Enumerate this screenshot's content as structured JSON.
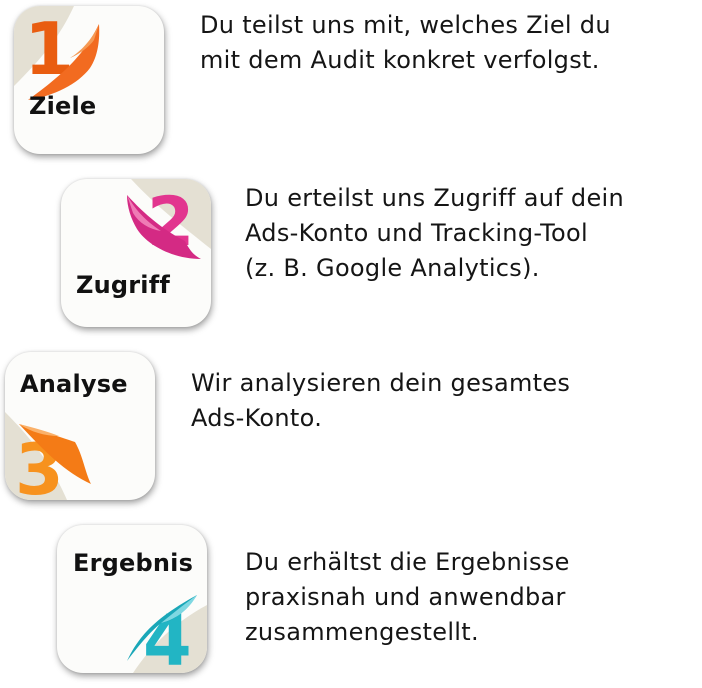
{
  "steps": [
    {
      "number": "1",
      "label": "Ziele",
      "accent": "#f2691c",
      "lines": [
        "Du teilst uns mit, welches Ziel du",
        "mit dem Audit konkret verfolgst."
      ]
    },
    {
      "number": "2",
      "label": "Zugriff",
      "accent": "#e2358f",
      "lines": [
        "Du erteilst uns Zugriff auf dein",
        "Ads-Konto und Tracking-Tool",
        "(z. B. Google Analytics)."
      ]
    },
    {
      "number": "3",
      "label": "Analyse",
      "accent": "#f7921e",
      "lines": [
        "Wir analysieren dein gesamtes",
        "Ads-Konto."
      ]
    },
    {
      "number": "4",
      "label": "Ergebnis",
      "accent": "#22b5c4",
      "lines": [
        "Du erhältst die Ergebnisse",
        "praxisnah und anwendbar",
        "zusammengestellt."
      ]
    }
  ]
}
